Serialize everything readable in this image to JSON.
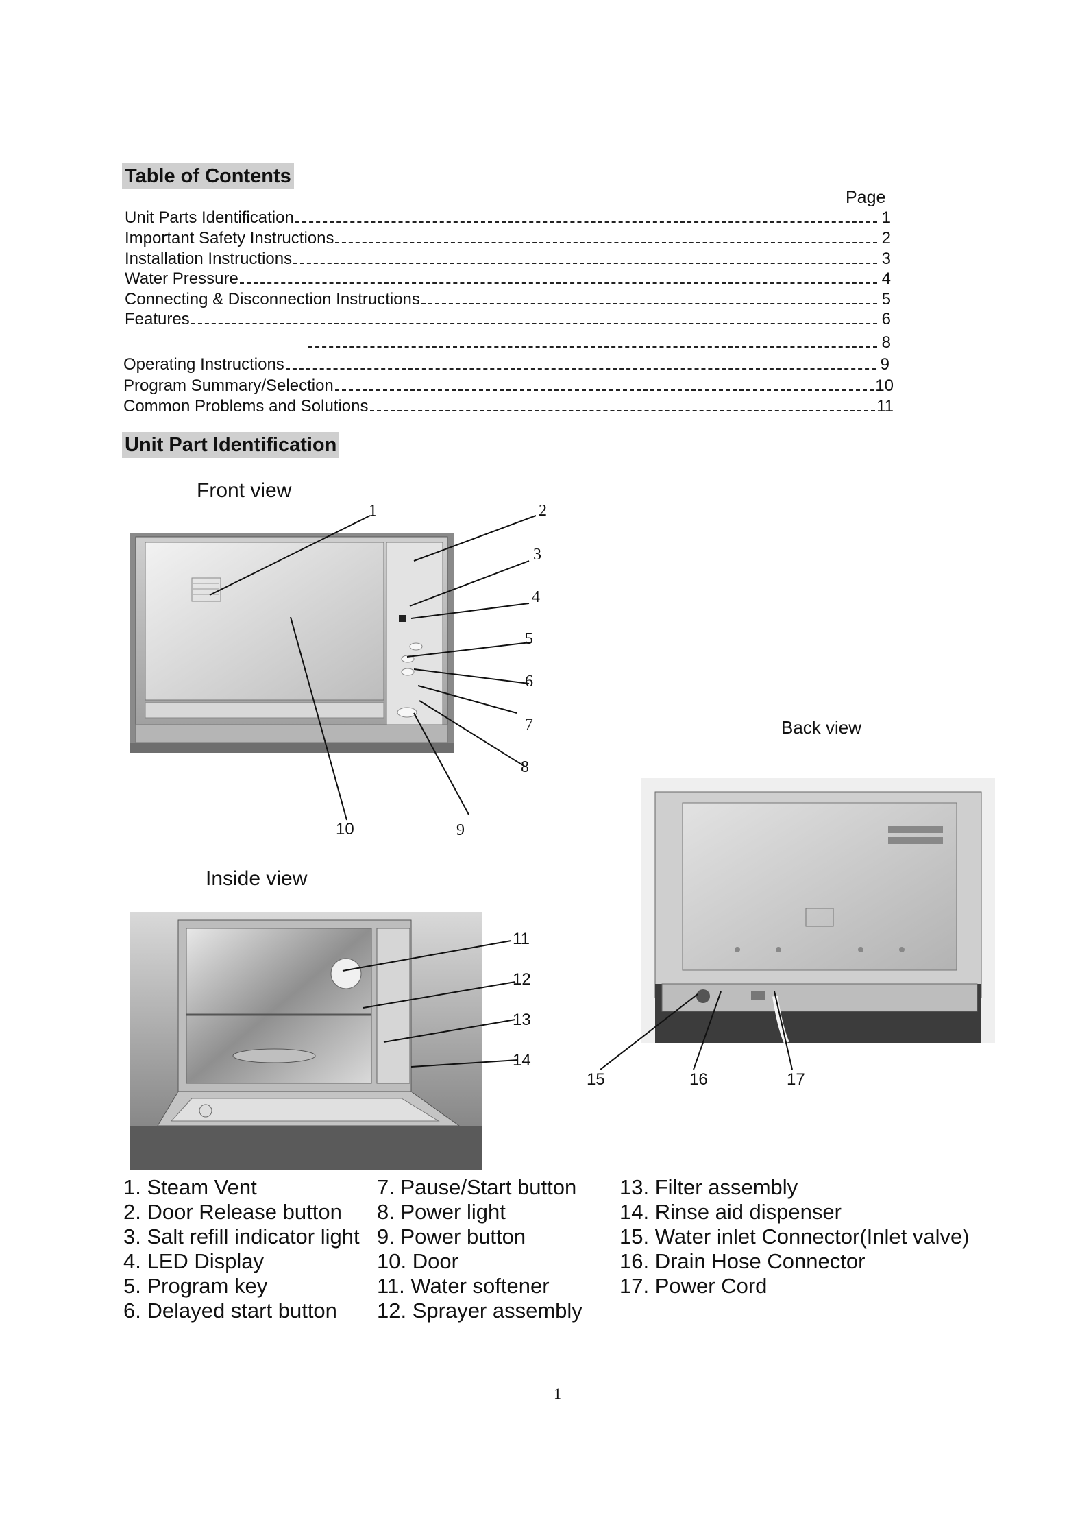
{
  "toc": {
    "heading": "Table of Contents",
    "page_label": "Page",
    "entries": [
      {
        "title": "Unit Parts Identification",
        "page": "1"
      },
      {
        "title": "Important Safety Instructions",
        "page": "2"
      },
      {
        "title": "Installation Instructions",
        "page": "3"
      },
      {
        "title": "Water Pressure",
        "page": "4"
      },
      {
        "title": "Connecting & Disconnection Instructions",
        "page": "5"
      },
      {
        "title": "Features",
        "page": "6"
      },
      {
        "title": "",
        "page": "8"
      },
      {
        "title": "Operating Instructions",
        "page": "9"
      },
      {
        "title": "Program Summary/Selection",
        "page": "10"
      },
      {
        "title": "Common Problems and Solutions",
        "page": "11"
      }
    ]
  },
  "parts": {
    "heading": "Unit Part Identification",
    "front_view_label": "Front  view",
    "inside_view_label": "Inside  view",
    "back_view_label": "Back  view",
    "callouts": [
      "1",
      "2",
      "3",
      "4",
      "5",
      "6",
      "7",
      "8",
      "9",
      "10",
      "11",
      "12",
      "13",
      "14",
      "15",
      "16",
      "17"
    ],
    "legend_col1": [
      "1. Steam Vent",
      "2. Door Release button",
      "3. Salt refill indicator light",
      "4. LED  Display",
      "5. Program key",
      "6. Delayed start button"
    ],
    "legend_col2": [
      "7.  Pause/Start button",
      "8.  Power light",
      "9.  Power button",
      "10. Door",
      "11. Water softener",
      "12. Sprayer assembly"
    ],
    "legend_col3": [
      "13. Filter assembly",
      "14. Rinse aid dispenser",
      "15.  Water inlet Connector(Inlet valve)",
      "16. Drain Hose Connector",
      "17. Power Cord"
    ]
  },
  "footer": {
    "page_number": "1"
  }
}
